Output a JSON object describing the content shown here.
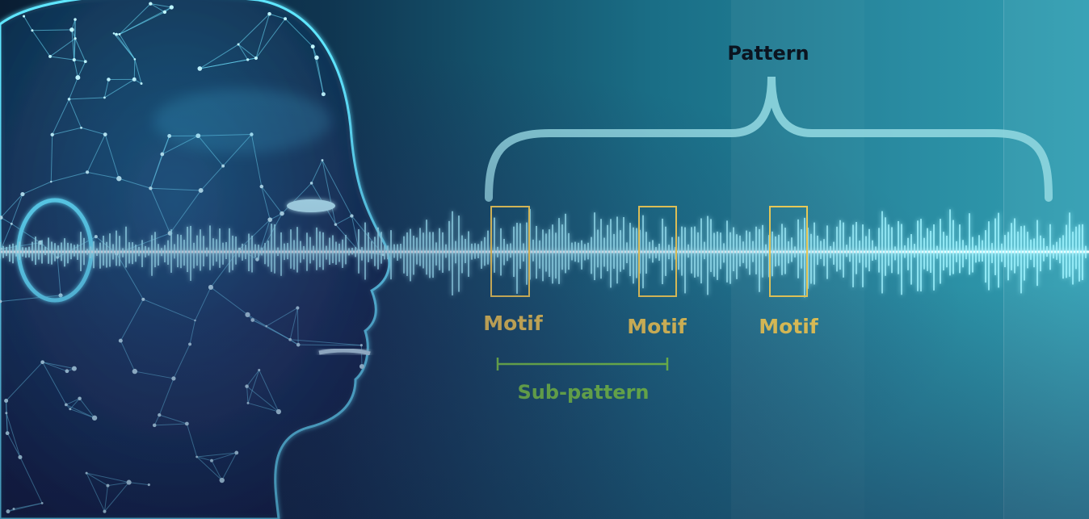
{
  "diagram": {
    "pattern_label": "Pattern",
    "motifs": [
      "Motif",
      "Motif",
      "Motif"
    ],
    "sub_pattern_label": "Sub-pattern"
  },
  "colors": {
    "waveform": "#9ff4ff",
    "motif_box": "#f2d357",
    "sub_pattern": "#7dd94a",
    "brace": "#8fd6df",
    "face_glow": "#5fe6ff"
  },
  "illustration": "glowing-wireframe-head-icon"
}
